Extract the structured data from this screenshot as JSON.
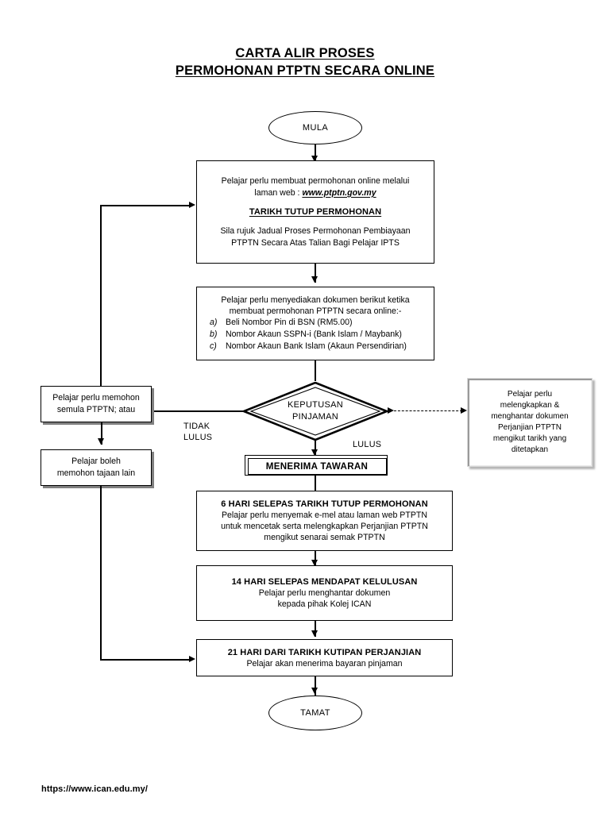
{
  "document": {
    "title_line1": "CARTA ALIR PROSES",
    "title_line2": "PERMOHONAN PTPTN SECARA ONLINE",
    "footer_url": "https://www.ican.edu.my/"
  },
  "flow": {
    "start": {
      "label": "MULA"
    },
    "end": {
      "label": "TAMAT"
    },
    "box_online": {
      "line1": "Pelajar perlu membuat permohonan online melalui",
      "line2_prefix": "laman web : ",
      "line2_link": "www.ptptn.gov.my",
      "heading": "TARIKH TUTUP PERMOHONAN",
      "line3": "Sila rujuk Jadual Proses Permohonan Pembiayaan",
      "line4": "PTPTN Secara Atas Talian Bagi Pelajar IPTS"
    },
    "box_documents": {
      "line1": "Pelajar perlu menyediakan dokumen berikut ketika",
      "line2": "membuat permohonan PTPTN secara online:-",
      "items": [
        {
          "marker": "a)",
          "text": "Beli Nombor Pin di BSN (RM5.00)"
        },
        {
          "marker": "b)",
          "text": "Nombor  Akaun SSPN-i (Bank Islam / Maybank)"
        },
        {
          "marker": "c)",
          "text": "Nombor Akaun Bank Islam (Akaun Persendirian)"
        }
      ]
    },
    "decision": {
      "line1": "KEPUTUSAN",
      "line2": "PINJAMAN",
      "label_no_line1": "TIDAK",
      "label_no_line2": "LULUS",
      "label_yes": "LULUS"
    },
    "box_reapply": {
      "line1": "Pelajar perlu memohon",
      "line2": "semula PTPTN; atau"
    },
    "box_other_sponsor": {
      "line1": "Pelajar boleh",
      "line2": "memohon tajaan lain"
    },
    "box_agreement": {
      "line1": "Pelajar perlu",
      "line2": "melengkapkan &",
      "line3": "menghantar dokumen",
      "line4": "Perjanjian  PTPTN",
      "line5": "mengikut tarikh yang",
      "line6": "ditetapkan"
    },
    "box_offer": {
      "label": "MENERIMA TAWARAN"
    },
    "box_6days": {
      "heading": "6 HARI SELEPAS TARIKH TUTUP PERMOHONAN",
      "line1": "Pelajar perlu menyemak e-mel atau laman web PTPTN",
      "line2": "untuk mencetak serta melengkapkan Perjanjian PTPTN",
      "line3": "mengikut senarai semak PTPTN"
    },
    "box_14days": {
      "heading": "14 HARI SELEPAS MENDAPAT KELULUSAN",
      "line1": "Pelajar perlu menghantar dokumen",
      "line2": "kepada pihak Kolej ICAN"
    },
    "box_21days": {
      "heading": "21 HARI DARI TARIKH KUTIPAN PERJANJIAN",
      "line1": "Pelajar akan menerima bayaran pinjaman"
    }
  },
  "colors": {
    "line": "#000000",
    "shadow": "#808080",
    "raised_border": "#9a9a9a",
    "background": "#ffffff"
  }
}
